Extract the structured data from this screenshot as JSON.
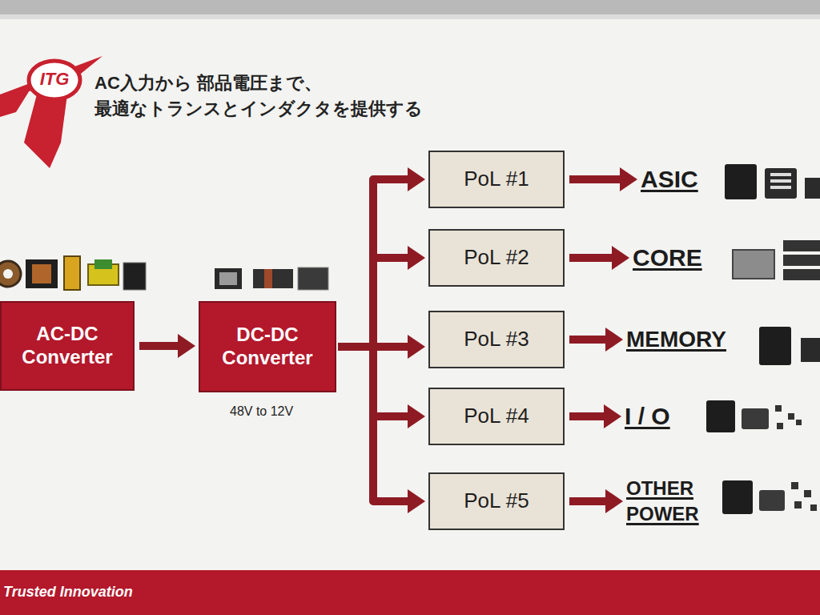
{
  "diagram": {
    "title": "AC入力から 部品電圧まで、 最適なトランスとインダクタを提供する",
    "nodes": [
      {
        "text": [
          "AC-DC Converter"
        ]
      },
      {
        "text": [
          "DC-DC Converter"
        ]
      },
      {
        "text": [
          "PoL #1"
        ]
      },
      {
        "text": [
          "PoL #2"
        ]
      },
      {
        "text": [
          "PoL #3"
        ]
      },
      {
        "text": [
          "PoL #4"
        ]
      },
      {
        "text": [
          "PoL #5"
        ]
      },
      {
        "text": [
          "ASIC"
        ]
      },
      {
        "text": [
          "CORE"
        ]
      },
      {
        "text": [
          "MEMORY"
        ]
      },
      {
        "text": [
          "I / O"
        ]
      },
      {
        "text": [
          "OTHER POWER"
        ]
      }
    ],
    "edges": [
      {
        "from": 0,
        "to": 1,
        "arrow": "to"
      },
      {
        "from": 1,
        "to": 2,
        "arrow": "to"
      },
      {
        "from": 1,
        "to": 3,
        "arrow": "to"
      },
      {
        "from": 1,
        "to": 4,
        "arrow": "to"
      },
      {
        "from": 1,
        "to": 5,
        "arrow": "to"
      },
      {
        "from": 1,
        "to": 6,
        "arrow": "to"
      },
      {
        "from": 2,
        "to": 7,
        "arrow": "to"
      },
      {
        "from": 3,
        "to": 8,
        "arrow": "to"
      },
      {
        "from": 4,
        "to": 9,
        "arrow": "to"
      },
      {
        "from": 5,
        "to": 10,
        "arrow": "to"
      },
      {
        "from": 6,
        "to": 11,
        "arrow": "to"
      }
    ],
    "labels": [
      "ITG",
      "48V to 12V",
      "Trusted Innovation"
    ]
  }
}
